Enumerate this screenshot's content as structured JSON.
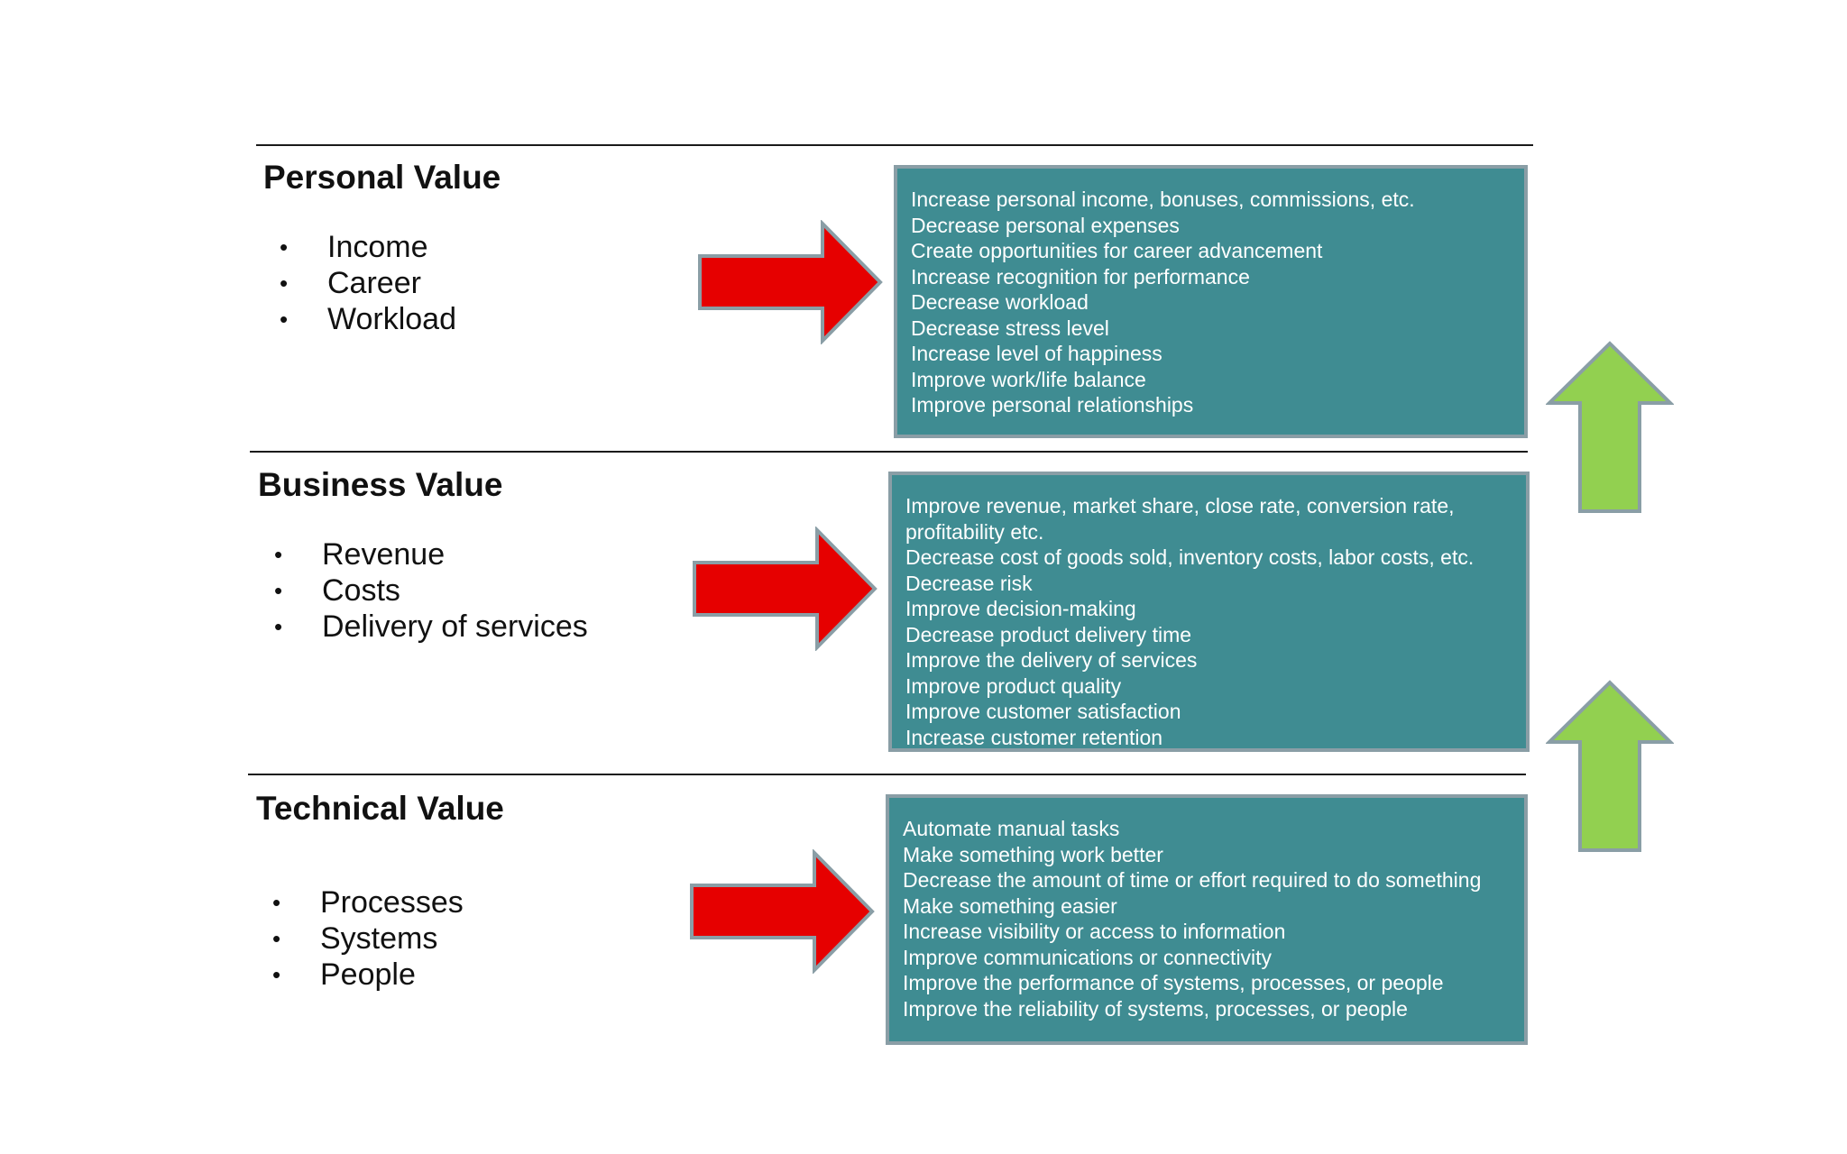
{
  "colors": {
    "red_arrow": "#e60000",
    "green_arrow": "#92d050",
    "box_fill": "#3f8c92",
    "box_border": "#8a9ea6"
  },
  "sections": [
    {
      "heading": "Personal Value",
      "bullets": [
        "Income",
        "Career",
        "Workload"
      ],
      "box_lines": [
        "Increase personal income, bonuses, commissions, etc.",
        "Decrease personal expenses",
        "Create opportunities for career advancement",
        "Increase recognition for performance",
        "Decrease workload",
        "Decrease stress level",
        "Increase level of happiness",
        "Improve work/life balance",
        "Improve personal relationships"
      ]
    },
    {
      "heading": "Business Value",
      "bullets": [
        "Revenue",
        "Costs",
        "Delivery of services"
      ],
      "box_lines": [
        "Improve revenue, market share, close rate, conversion rate,",
        "profitability etc.",
        "Decrease cost of goods sold, inventory costs, labor costs, etc.",
        "Decrease risk",
        "Improve decision-making",
        "Decrease product delivery time",
        "Improve the delivery of services",
        "Improve product quality",
        "Improve customer satisfaction",
        "Increase customer retention"
      ]
    },
    {
      "heading": "Technical Value",
      "bullets": [
        "Processes",
        "Systems",
        "People"
      ],
      "box_lines": [
        "Automate manual tasks",
        "Make something work better",
        "Decrease the amount of time or effort required to do something",
        "Make something easier",
        "Increase visibility or access to information",
        "Improve communications or connectivity",
        "Improve the performance of systems, processes, or people",
        "Improve the reliability of systems, processes, or people"
      ]
    }
  ]
}
